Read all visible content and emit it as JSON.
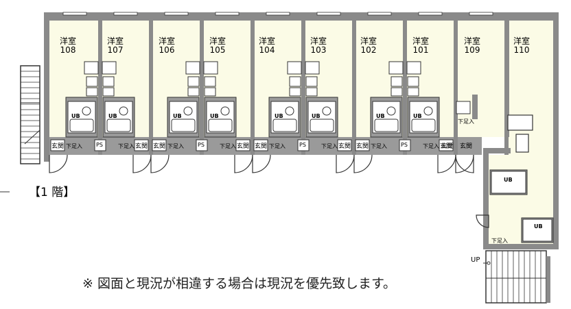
{
  "floor_label": "【1 階】",
  "note": "※ 図面と現況が相違する場合は現況を優先致します。",
  "up_label": "UP",
  "ps_label": "PS",
  "ub_label": "UB",
  "genkan_label": "玄関",
  "geta_label": "下足入",
  "rooms": [
    {
      "type": "洋室",
      "number": "108"
    },
    {
      "type": "洋室",
      "number": "107"
    },
    {
      "type": "洋室",
      "number": "106"
    },
    {
      "type": "洋室",
      "number": "105"
    },
    {
      "type": "洋室",
      "number": "104"
    },
    {
      "type": "洋室",
      "number": "103"
    },
    {
      "type": "洋室",
      "number": "102"
    },
    {
      "type": "洋室",
      "number": "101"
    },
    {
      "type": "洋室",
      "number": "109"
    },
    {
      "type": "洋室",
      "number": "110"
    }
  ],
  "colors": {
    "wall": "#8a8a8a",
    "room_fill": "#fbfbe6",
    "corridor": "#9a9a9a",
    "line": "#333333"
  }
}
